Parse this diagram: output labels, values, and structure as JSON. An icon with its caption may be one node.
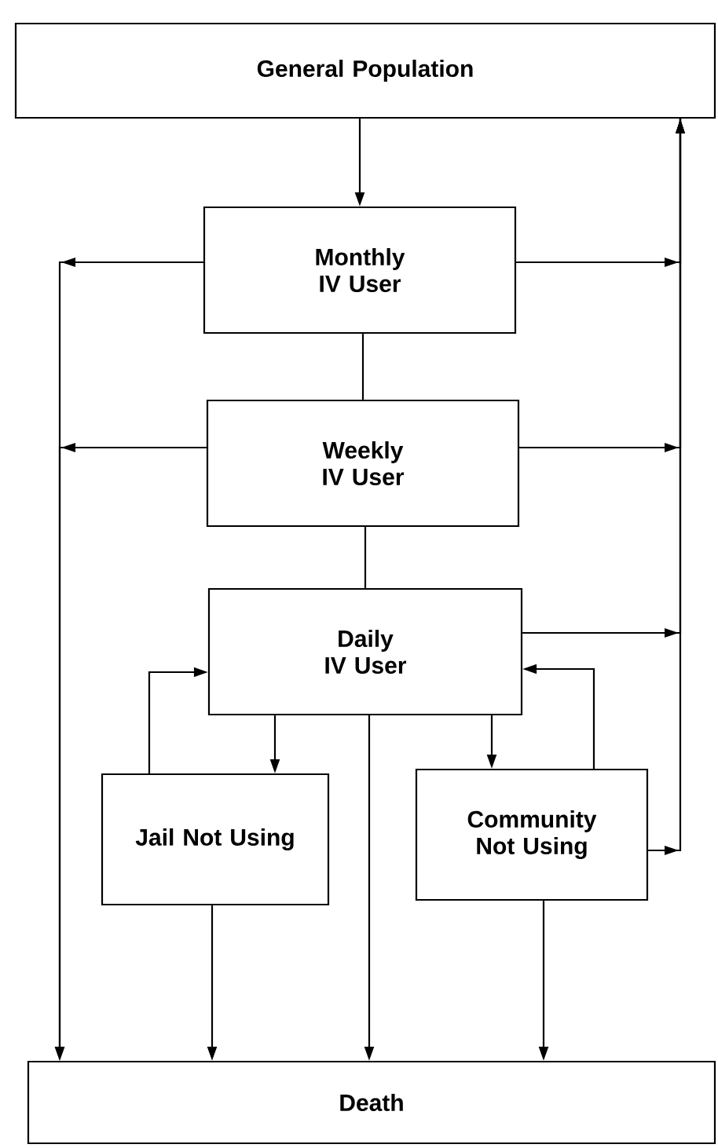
{
  "diagram": {
    "nodes": [
      {
        "text": [
          "General Population"
        ]
      },
      {
        "text": [
          "Monthly IV User"
        ]
      },
      {
        "text": [
          "Weekly IV User"
        ]
      },
      {
        "text": [
          "Daily IV User"
        ]
      },
      {
        "text": [
          "Jail Not Using"
        ]
      },
      {
        "text": [
          "Community Not Using"
        ]
      },
      {
        "text": [
          "Death"
        ]
      }
    ],
    "edges": [
      {
        "from": 0,
        "to": 1,
        "arrow": "to"
      },
      {
        "from": 1,
        "to": 6,
        "arrow": "to"
      },
      {
        "from": 1,
        "to": 0,
        "arrow": "to"
      },
      {
        "from": 1,
        "to": 2,
        "arrow": "none"
      },
      {
        "from": 2,
        "to": 6,
        "arrow": "to"
      },
      {
        "from": 2,
        "to": 0,
        "arrow": "to"
      },
      {
        "from": 2,
        "to": 3,
        "arrow": "none"
      },
      {
        "from": 3,
        "to": 0,
        "arrow": "to"
      },
      {
        "from": 3,
        "to": 4,
        "arrow": "to"
      },
      {
        "from": 3,
        "to": 6,
        "arrow": "to"
      },
      {
        "from": 3,
        "to": 5,
        "arrow": "to"
      },
      {
        "from": 4,
        "to": 3,
        "arrow": "to"
      },
      {
        "from": 5,
        "to": 3,
        "arrow": "to"
      },
      {
        "from": 5,
        "to": 0,
        "arrow": "to"
      },
      {
        "from": 4,
        "to": 6,
        "arrow": "to"
      },
      {
        "from": 5,
        "to": 6,
        "arrow": "to"
      }
    ]
  }
}
